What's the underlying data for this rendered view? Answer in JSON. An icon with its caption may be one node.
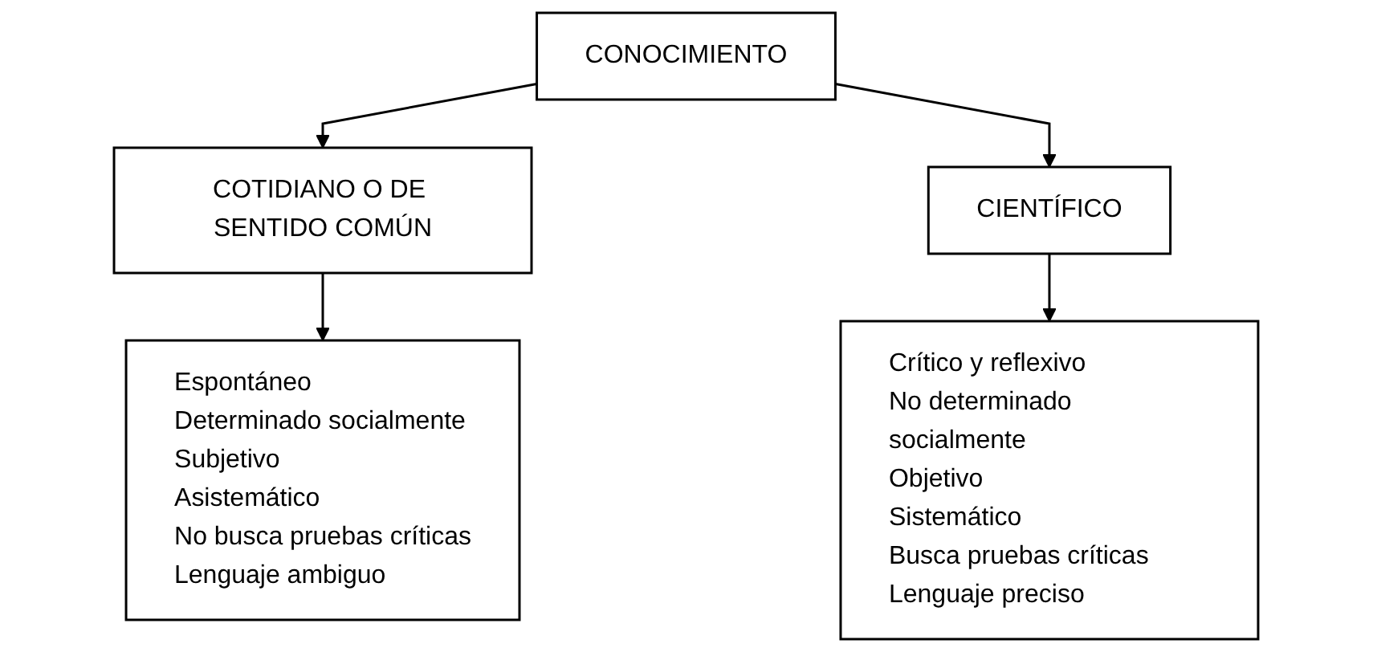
{
  "diagram": {
    "nodes": [
      {
        "text": [
          "CONOCIMIENTO"
        ]
      },
      {
        "text": [
          "COTIDIANO O DE SENTIDO COMÚN"
        ]
      },
      {
        "text": [
          "CIENTÍFICO"
        ]
      },
      {
        "text": [
          "Espontáneo",
          "Determinado socialmente",
          "Subjetivo",
          "Asistemático",
          "No busca pruebas críticas",
          "Lenguaje ambiguo"
        ]
      },
      {
        "text": [
          "Crítico y reflexivo",
          "No determinado socialmente",
          "Objetivo",
          "Sistemático",
          "Busca pruebas críticas",
          "Lenguaje preciso"
        ]
      }
    ],
    "edges": [
      {
        "from": 0,
        "to": 1,
        "arrow": "to"
      },
      {
        "from": 0,
        "to": 2,
        "arrow": "to"
      },
      {
        "from": 1,
        "to": 3,
        "arrow": "to"
      },
      {
        "from": 2,
        "to": 4,
        "arrow": "to"
      }
    ]
  }
}
